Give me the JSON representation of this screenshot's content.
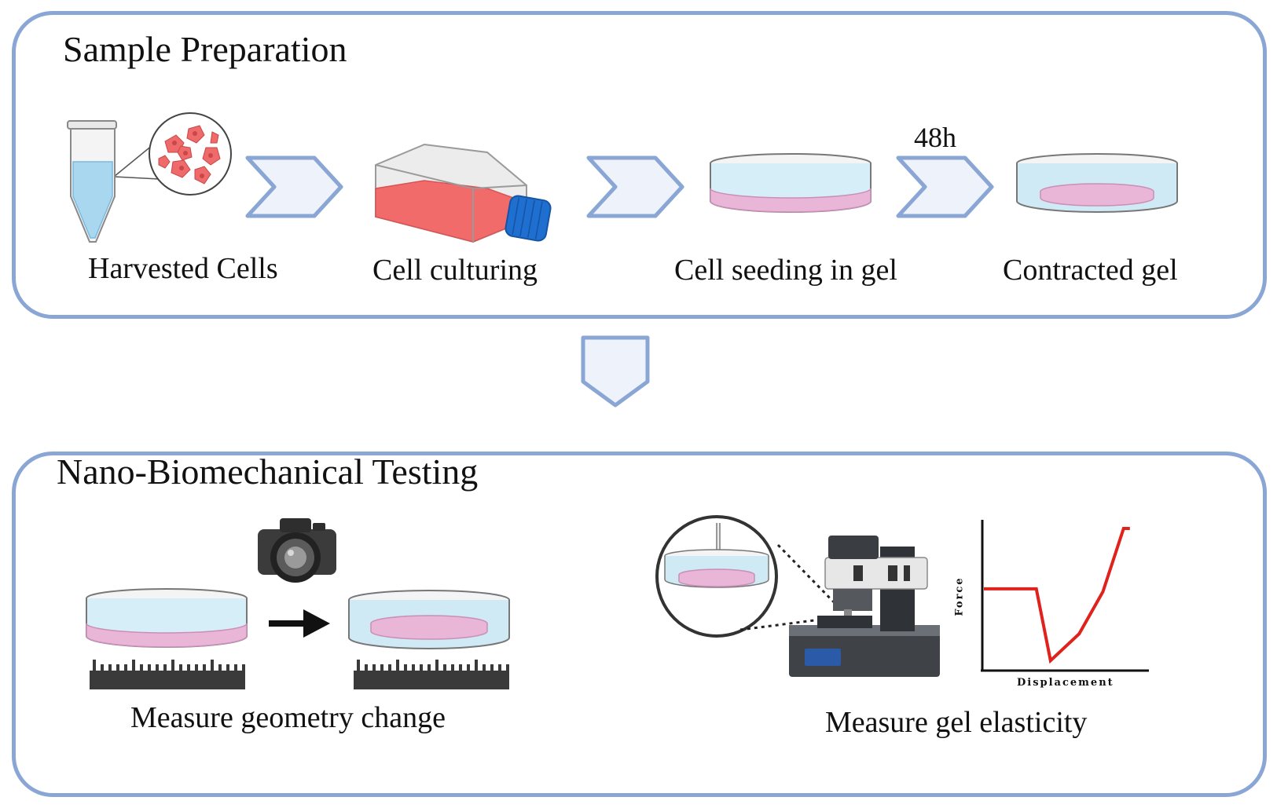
{
  "sample_preparation": {
    "title": "Sample Preparation",
    "steps": [
      {
        "label": "Harvested Cells",
        "icon": "microtube-cells-icon"
      },
      {
        "label": "Cell culturing",
        "icon": "culture-flask-icon"
      },
      {
        "label": "Cell seeding in gel",
        "icon": "petri-dish-gel-icon"
      },
      {
        "label": "Contracted gel",
        "icon": "petri-dish-contracted-icon"
      }
    ],
    "duration_label": "48h"
  },
  "testing": {
    "title": "Nano-Biomechanical Testing",
    "geometry": {
      "label": "Measure geometry change",
      "icons": [
        "camera-icon",
        "ruler-icon",
        "petri-dish-icon"
      ]
    },
    "elasticity": {
      "label": "Measure gel elasticity",
      "icons": [
        "afm-microscope-icon",
        "magnifier-icon"
      ]
    }
  },
  "chart_data": {
    "type": "line",
    "xlabel": "Displacement",
    "ylabel": "Force",
    "series": [
      {
        "x": [
          0,
          0.33,
          0.42,
          0.6,
          0.75,
          0.88,
          0.92
        ],
        "y": [
          0.57,
          0.57,
          0.06,
          0.25,
          0.55,
          1.0,
          1.0
        ]
      }
    ],
    "xlim": [
      0,
      1
    ],
    "ylim": [
      0,
      1.05
    ],
    "grid": false,
    "line_color": "#e0221d"
  },
  "colors": {
    "panel_border": "#8aa6d4",
    "arrow_fill": "#eef2fb",
    "gel_pink": "#eab6d8",
    "medium_blue": "#cfeaf4",
    "flask_red": "#f26b6b",
    "cap_blue": "#1f6fd1"
  }
}
